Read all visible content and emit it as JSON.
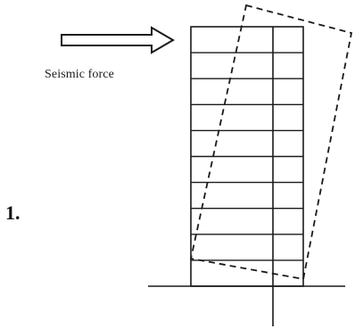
{
  "figure": {
    "item_number": "1.",
    "force_label": "Seismic force",
    "structure": {
      "floors": 10,
      "bays": 2,
      "tilt_direction": "right",
      "deformed_outline": "dashed"
    },
    "colors": {
      "line": "#1a1a1a",
      "background": "#ffffff"
    }
  }
}
